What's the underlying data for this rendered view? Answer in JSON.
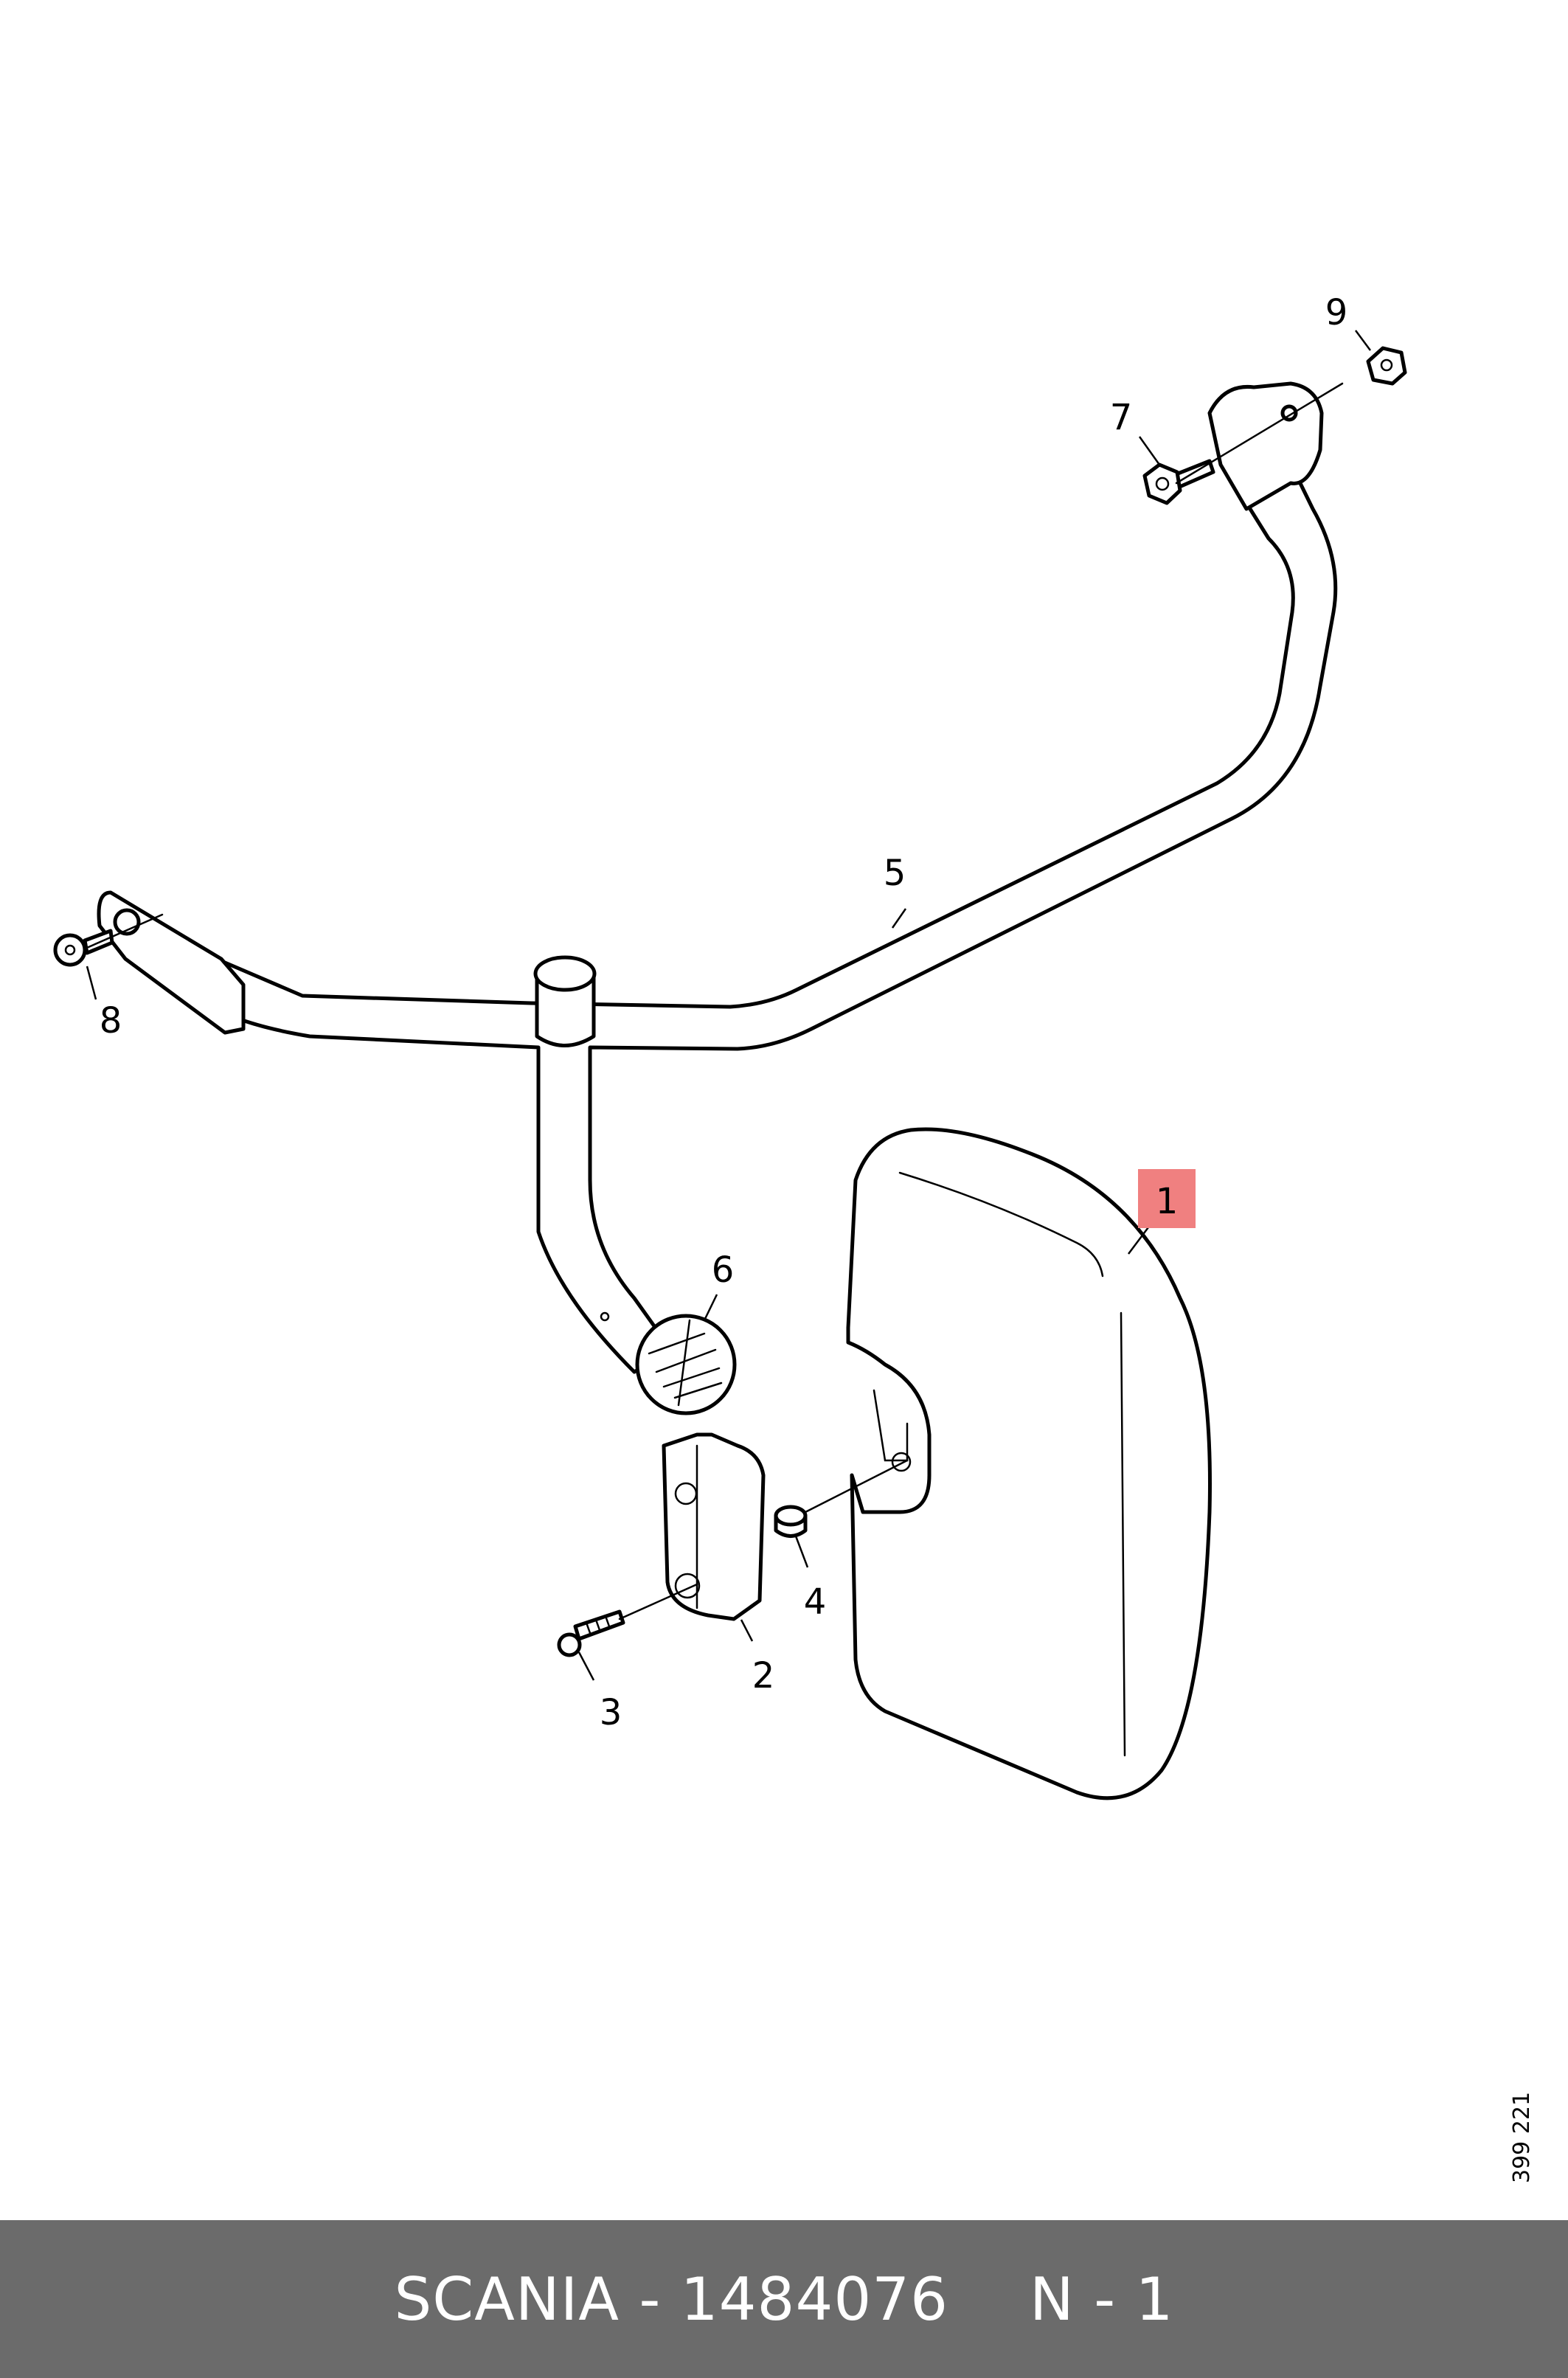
{
  "diagram": {
    "callouts": [
      {
        "id": "1",
        "label": "1",
        "highlighted": true
      },
      {
        "id": "2",
        "label": "2"
      },
      {
        "id": "3",
        "label": "3"
      },
      {
        "id": "4",
        "label": "4"
      },
      {
        "id": "5",
        "label": "5"
      },
      {
        "id": "6",
        "label": "6"
      },
      {
        "id": "7",
        "label": "7"
      },
      {
        "id": "8",
        "label": "8"
      },
      {
        "id": "9",
        "label": "9"
      }
    ],
    "highlight_color": "#f08080",
    "reference_number": "399 221"
  },
  "footer": {
    "part_text": "SCANIA - 1484076",
    "qty_text": "N - 1",
    "background": "#6b6b6b"
  }
}
